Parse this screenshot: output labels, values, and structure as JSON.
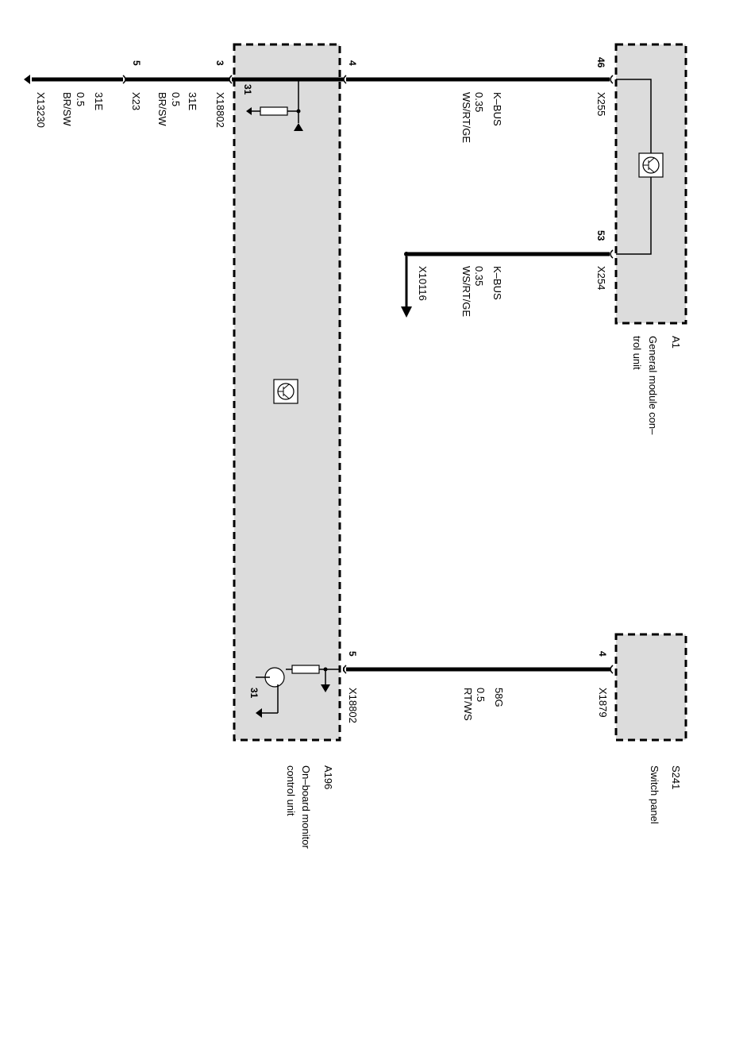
{
  "components": {
    "a196": {
      "id": "A196",
      "name_line1": "On–board monitor",
      "name_line2": "control unit"
    },
    "a1": {
      "id": "A1",
      "name_line1": "General module con–",
      "name_line2": "trol unit"
    },
    "s241": {
      "id": "S241",
      "name_line1": "Switch panel"
    }
  },
  "wires": {
    "ground": {
      "connector": "X13230",
      "signal": "31E",
      "size": "0.5",
      "color": "BR/SW"
    },
    "x23": {
      "connector": "X23",
      "pin": "5"
    },
    "a196_ground": {
      "connector": "X18802",
      "pin": "3",
      "signal": "31E",
      "size": "0.5",
      "color": "BR/SW",
      "internal": "31"
    },
    "kbus1": {
      "pin_left": "4",
      "pin_right": "46",
      "connector": "X255",
      "signal": "K–BUS",
      "size": "0.35",
      "color": "WS/RT/GE"
    },
    "kbus2": {
      "pin": "53",
      "connector": "X254",
      "signal": "K–BUS",
      "size": "0.35",
      "color": "WS/RT/GE",
      "continues_to": "X10116"
    },
    "illum": {
      "pin_left": "5",
      "connector_left": "X18802",
      "pin_right": "4",
      "connector_right": "X1879",
      "signal": "58G",
      "size": "0.5",
      "color": "RT/WS",
      "internal": "31"
    }
  }
}
